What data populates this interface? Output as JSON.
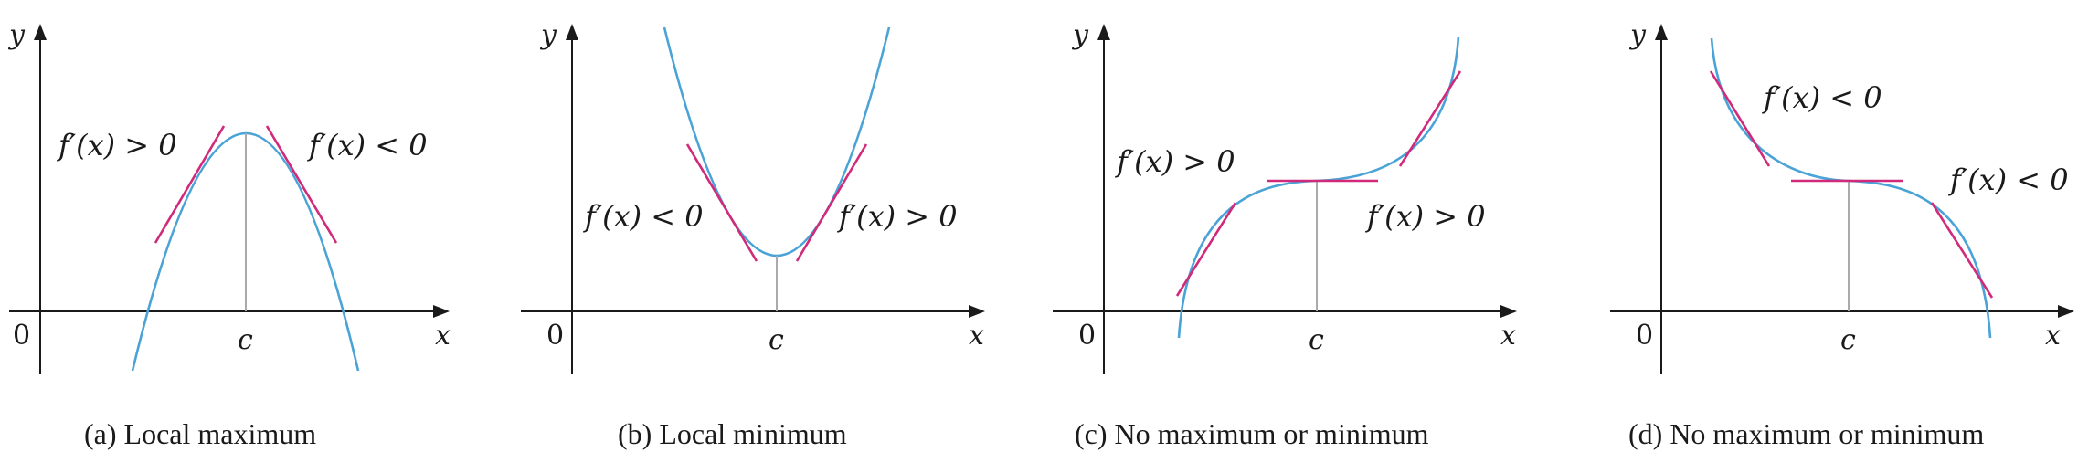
{
  "panels": [
    {
      "caption": "(a) Local maximum",
      "axis_y": "y",
      "axis_x": "x",
      "origin": "0",
      "c_label": "c",
      "label_left": "f′(x) > 0",
      "label_right": "f′(x) < 0"
    },
    {
      "caption": "(b) Local minimum",
      "axis_y": "y",
      "axis_x": "x",
      "origin": "0",
      "c_label": "c",
      "label_left": "f′(x) < 0",
      "label_right": "f′(x) > 0"
    },
    {
      "caption": "(c) No maximum or minimum",
      "axis_y": "y",
      "axis_x": "x",
      "origin": "0",
      "c_label": "c",
      "label_left": "f′(x) > 0",
      "label_right": "f′(x) > 0"
    },
    {
      "caption": "(d) No maximum or minimum",
      "axis_y": "y",
      "axis_x": "x",
      "origin": "0",
      "c_label": "c",
      "label_left": "f′(x) < 0",
      "label_right": "f′(x) < 0"
    }
  ],
  "colors": {
    "curve": "#4aa3d6",
    "tangent": "#d12a7a",
    "axis": "#1a1a1a",
    "c_line": "#aaaaaa"
  }
}
